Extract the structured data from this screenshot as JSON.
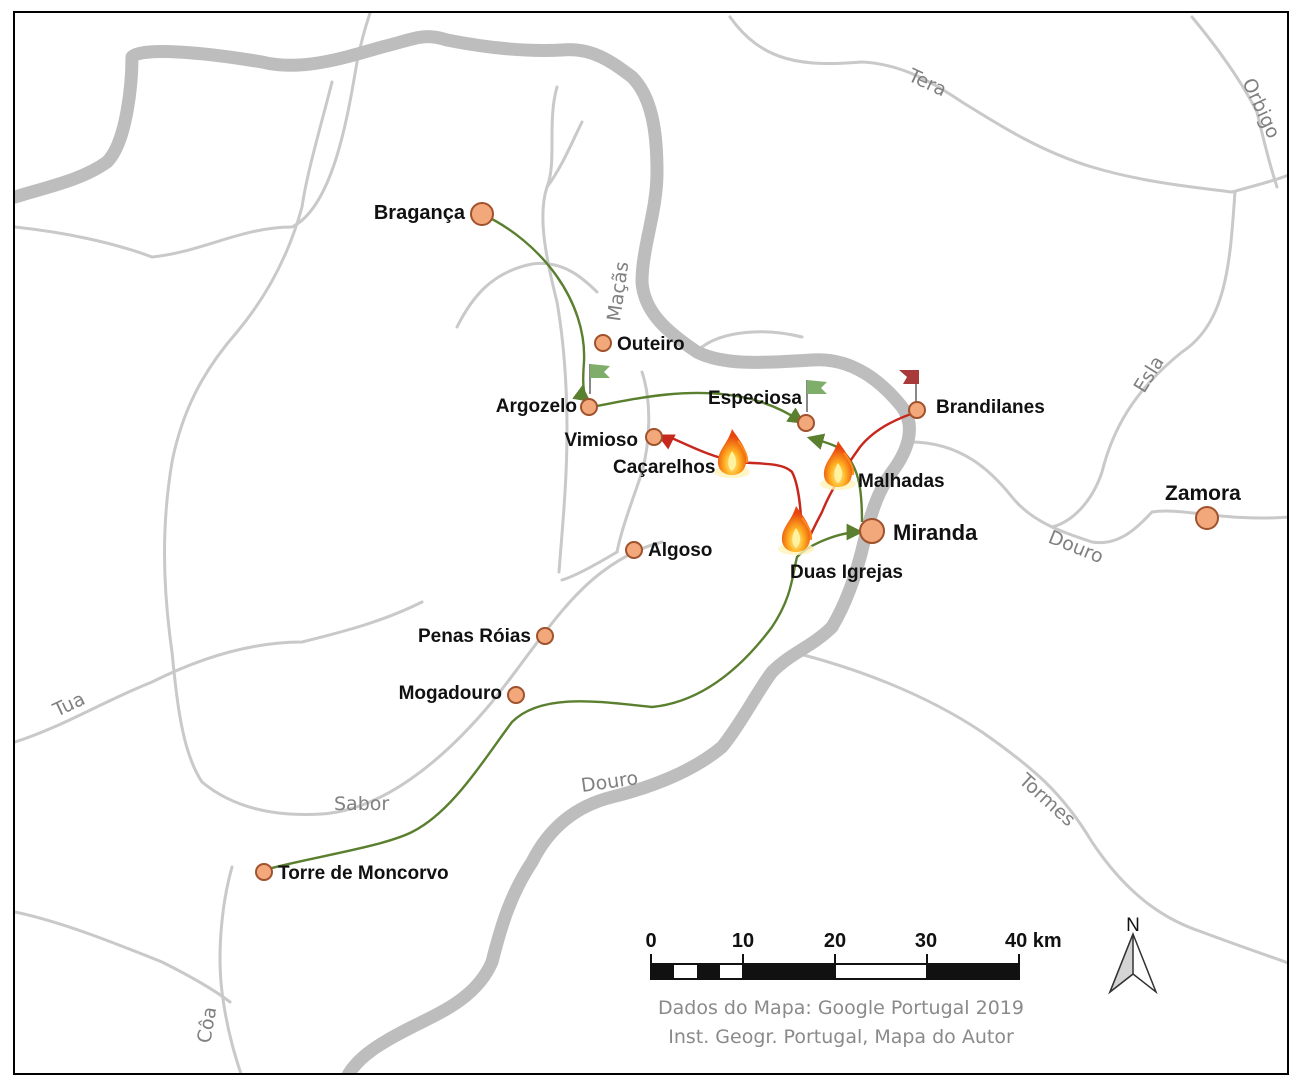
{
  "colors": {
    "town_fill": "#f2a87a",
    "town_stroke": "#a0522d",
    "route_green": "#5a7f2e",
    "route_red": "#c7281d",
    "river": "#c9c9c9",
    "border": "#bdbdbd",
    "flag_green": "#7fae6a",
    "flag_red": "#a83a3a"
  },
  "towns": {
    "braganca": "Bragança",
    "outeiro": "Outeiro",
    "argozelo": "Argozelo",
    "vimioso": "Vimioso",
    "especiosa": "Especiosa",
    "brandilanes": "Brandilanes",
    "cacarelhos": "Caçarelhos",
    "malhadas": "Malhadas",
    "miranda": "Miranda",
    "duas_igrejas": "Duas Igrejas",
    "algoso": "Algoso",
    "zamora": "Zamora",
    "penas_roias": "Penas Róias",
    "mogadouro": "Mogadouro",
    "torre_de_moncorvo": "Torre de Moncorvo"
  },
  "rivers": {
    "tera": "Tera",
    "orbigo": "Orbigo",
    "macas": "Maçãs",
    "esla": "Esla",
    "douro_east": "Douro",
    "douro_south": "Douro",
    "tormes": "Tormes",
    "sabor": "Sabor",
    "tua": "Tua",
    "coa": "Côa"
  },
  "scale_bar": {
    "ticks": [
      "0",
      "10",
      "20",
      "30",
      "40 km"
    ]
  },
  "north_arrow": {
    "label": "N"
  },
  "credits": {
    "line1": "Dados do Mapa: Google Portugal 2019",
    "line2": "Inst. Geogr. Portugal, Mapa do Autor"
  },
  "icons": {
    "fire": "fire-icon",
    "flag_green": "green-flag-icon",
    "flag_red": "red-flag-icon"
  }
}
